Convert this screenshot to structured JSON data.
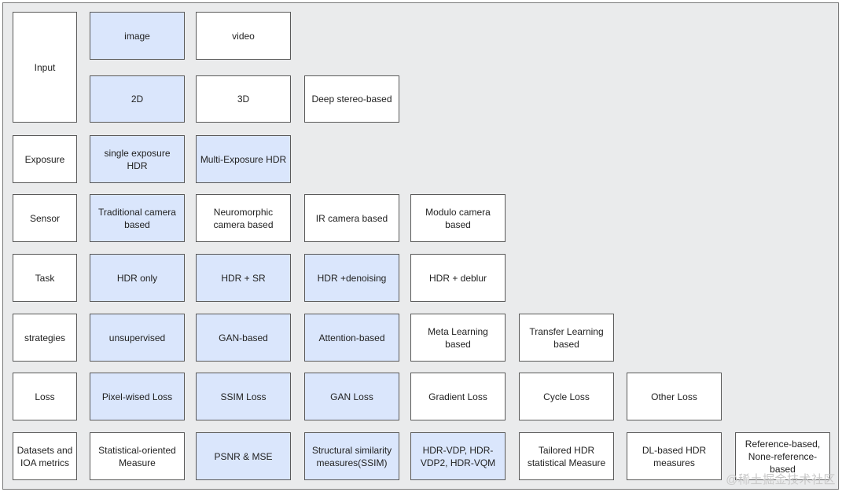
{
  "colors": {
    "white_box": "#ffffff",
    "blue_box": "#dae6fc",
    "background": "#eaebec",
    "border": "#5a5a5a"
  },
  "rows": {
    "input": {
      "label": "Input",
      "image": "image",
      "video": "video",
      "twod": "2D",
      "threed": "3D",
      "deep_stereo": "Deep stereo-based"
    },
    "exposure": {
      "label": "Exposure",
      "items": [
        "single exposure HDR",
        "Multi-Exposure HDR"
      ]
    },
    "sensor": {
      "label": "Sensor",
      "items": [
        "Traditional  camera\nbased",
        "Neuromorphic\ncamera based",
        "IR camera based",
        "Modulo camera\nbased"
      ]
    },
    "task": {
      "label": "Task",
      "items": [
        "HDR only",
        "HDR + SR",
        "HDR +denoising",
        "HDR + deblur"
      ]
    },
    "strategies": {
      "label": "strategies",
      "items": [
        "unsupervised",
        "GAN-based",
        "Attention-based",
        "Meta Learning based",
        "Transfer Learning\nbased"
      ]
    },
    "loss": {
      "label": "Loss",
      "items": [
        "Pixel-wised Loss",
        "SSIM Loss",
        "GAN Loss",
        "Gradient Loss",
        "Cycle Loss",
        "Other Loss"
      ]
    },
    "datasets": {
      "label": "Datasets and\nIOA metrics",
      "items": [
        "Statistical-oriented\nMeasure",
        "PSNR & MSE",
        "Structural similarity\nmeasures(SSIM)",
        "HDR-VDP,  HDR-\nVDP2,  HDR-VQM",
        "Tailored HDR\nstatistical Measure",
        "DL-based HDR\nmeasures",
        "Reference-based,\nNone-reference-\nbased"
      ]
    }
  },
  "watermark": "@稀土掘金技术社区"
}
